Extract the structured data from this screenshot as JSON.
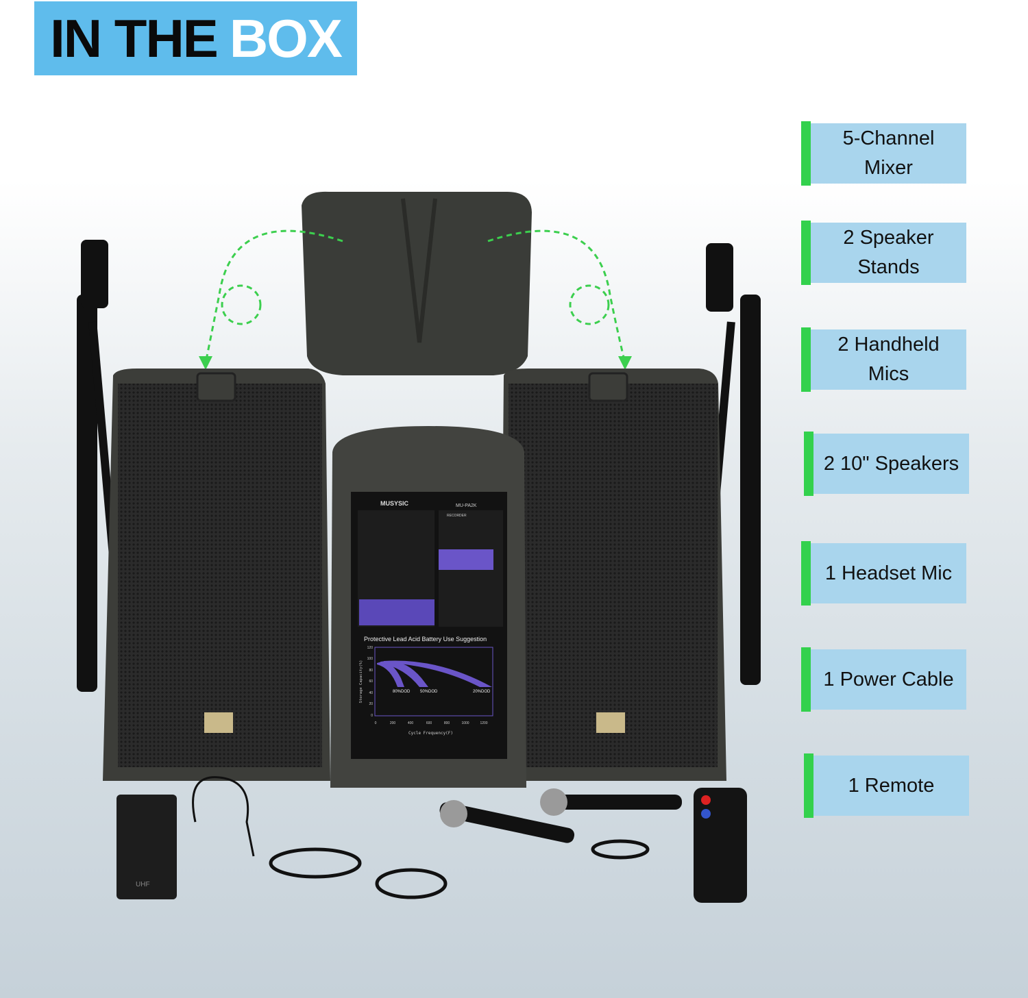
{
  "title": {
    "dark": "IN THE",
    "light": "BOX"
  },
  "items": [
    {
      "label": "5-Channel\nMixer"
    },
    {
      "label": "2 Speaker\nStands"
    },
    {
      "label": "2 Handheld\nMics"
    },
    {
      "label": "2 10\" Speakers"
    },
    {
      "label": "1 Headset Mic"
    },
    {
      "label": "1 Power Cable"
    },
    {
      "label": "1 Remote"
    }
  ],
  "product": {
    "brand": "MUSYSIC",
    "model": "MU-PA2K",
    "recorder": "RECORDER",
    "battery_chart": {
      "title": "Protective Lead Acid Battery Use Suggestion",
      "ylabel": "Storage Capacity(%)",
      "xlabel": "Cycle Frequency(F)",
      "yticks": [
        "120",
        "100",
        "80",
        "60",
        "40",
        "20",
        "0"
      ],
      "xticks": [
        "0",
        "200",
        "400",
        "600",
        "800",
        "1000",
        "1200"
      ],
      "curves": [
        "80%DOD",
        "50%DOD",
        "20%DOD"
      ]
    },
    "transmitter_label": "UHF"
  },
  "colors": {
    "title_bg": "#5fbcec",
    "label_bg": "#a9d5ed",
    "label_bar": "#33d14d",
    "arrow": "#3ccf4e",
    "panel_accent": "#6a55c8"
  }
}
